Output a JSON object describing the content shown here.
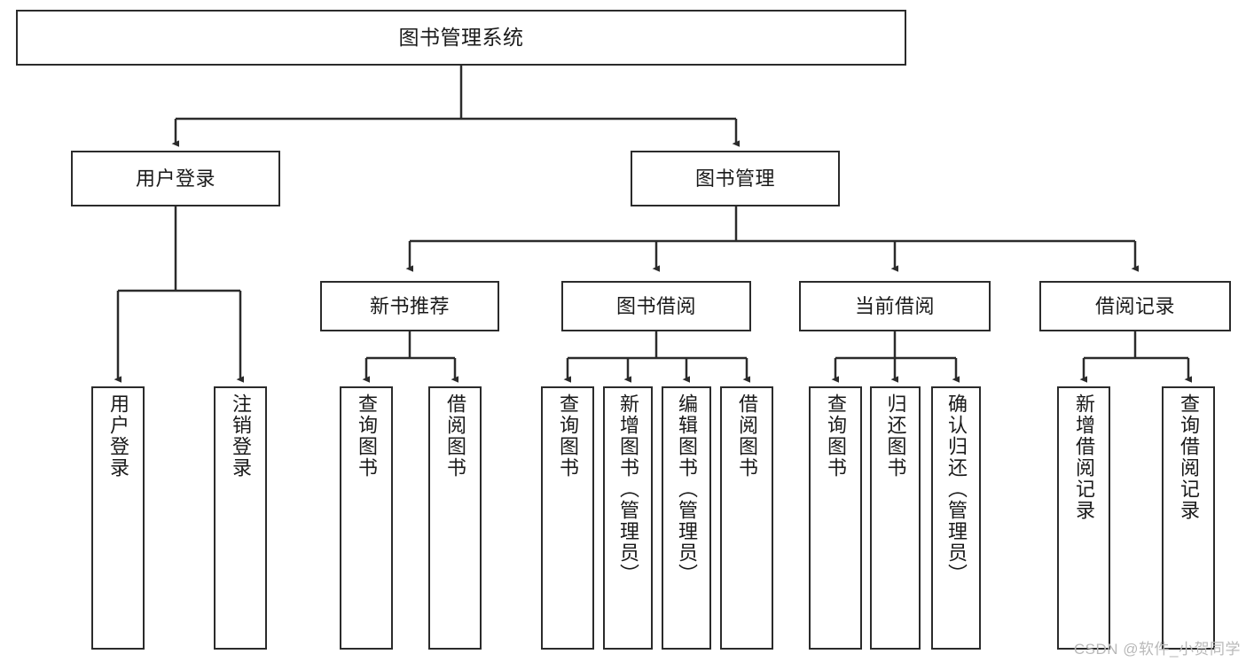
{
  "diagram": {
    "type": "tree",
    "title": "图书管理系统",
    "watermark": "CSDN @软件_小贺同学",
    "colors": {
      "box_border": "#2b2b2b",
      "box_fill": "#ffffff",
      "edge": "#2b2b2b",
      "text": "#1a1a1a",
      "watermark": "#b9b9b9",
      "background": "#ffffff"
    },
    "nodes": {
      "root": {
        "label": "图书管理系统",
        "level": 1,
        "orientation": "horizontal"
      },
      "l2_0": {
        "label": "用户登录",
        "level": 2,
        "orientation": "horizontal"
      },
      "l2_1": {
        "label": "图书管理",
        "level": 2,
        "orientation": "horizontal"
      },
      "l3_0": {
        "label": "新书推荐",
        "level": 3,
        "orientation": "horizontal"
      },
      "l3_1": {
        "label": "图书借阅",
        "level": 3,
        "orientation": "horizontal"
      },
      "l3_2": {
        "label": "当前借阅",
        "level": 3,
        "orientation": "horizontal"
      },
      "l3_3": {
        "label": "借阅记录",
        "level": 3,
        "orientation": "horizontal"
      },
      "leaf_0": {
        "label": "用户登录",
        "level": 4,
        "orientation": "vertical"
      },
      "leaf_1": {
        "label": "注销登录",
        "level": 4,
        "orientation": "vertical"
      },
      "leaf_2": {
        "label": "查询图书",
        "level": 4,
        "orientation": "vertical"
      },
      "leaf_3": {
        "label": "借阅图书",
        "level": 4,
        "orientation": "vertical"
      },
      "leaf_4": {
        "label": "查询图书",
        "level": 4,
        "orientation": "vertical"
      },
      "leaf_5": {
        "label": "新增图书（管理员）",
        "level": 4,
        "orientation": "vertical"
      },
      "leaf_6": {
        "label": "编辑图书（管理员）",
        "level": 4,
        "orientation": "vertical"
      },
      "leaf_7": {
        "label": "借阅图书",
        "level": 4,
        "orientation": "vertical"
      },
      "leaf_8": {
        "label": "查询图书",
        "level": 4,
        "orientation": "vertical"
      },
      "leaf_9": {
        "label": "归还图书",
        "level": 4,
        "orientation": "vertical"
      },
      "leaf_10": {
        "label": "确认归还（管理员）",
        "level": 4,
        "orientation": "vertical"
      },
      "leaf_11": {
        "label": "新增借阅记录",
        "level": 4,
        "orientation": "vertical"
      },
      "leaf_12": {
        "label": "查询借阅记录",
        "level": 4,
        "orientation": "vertical"
      }
    },
    "hierarchy": [
      {
        "parent": "图书管理系统",
        "children": [
          "用户登录",
          "图书管理"
        ]
      },
      {
        "parent": "用户登录",
        "children": [
          "用户登录",
          "注销登录"
        ]
      },
      {
        "parent": "图书管理",
        "children": [
          "新书推荐",
          "图书借阅",
          "当前借阅",
          "借阅记录"
        ]
      },
      {
        "parent": "新书推荐",
        "children": [
          "查询图书",
          "借阅图书"
        ]
      },
      {
        "parent": "图书借阅",
        "children": [
          "查询图书",
          "新增图书（管理员）",
          "编辑图书（管理员）",
          "借阅图书"
        ]
      },
      {
        "parent": "当前借阅",
        "children": [
          "查询图书",
          "归还图书",
          "确认归还（管理员）"
        ]
      },
      {
        "parent": "借阅记录",
        "children": [
          "新增借阅记录",
          "查询借阅记录"
        ]
      }
    ]
  }
}
